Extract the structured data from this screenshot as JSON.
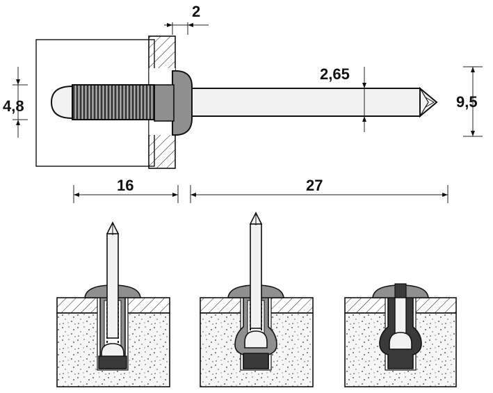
{
  "dimensions": {
    "flange_thickness": "2",
    "rivet_diameter": "4,8",
    "mandrel_diameter": "2,65",
    "head_diameter": "9,5",
    "rivet_length": "16",
    "mandrel_length": "27"
  },
  "colors": {
    "stroke": "#111111",
    "rivet_body": "#8a8a8a",
    "rivet_dark": "#3a3a3a",
    "mandrel": "#f2f2f2",
    "material": "#f4f4f4"
  },
  "stages": [
    "inserted",
    "setting",
    "set"
  ]
}
